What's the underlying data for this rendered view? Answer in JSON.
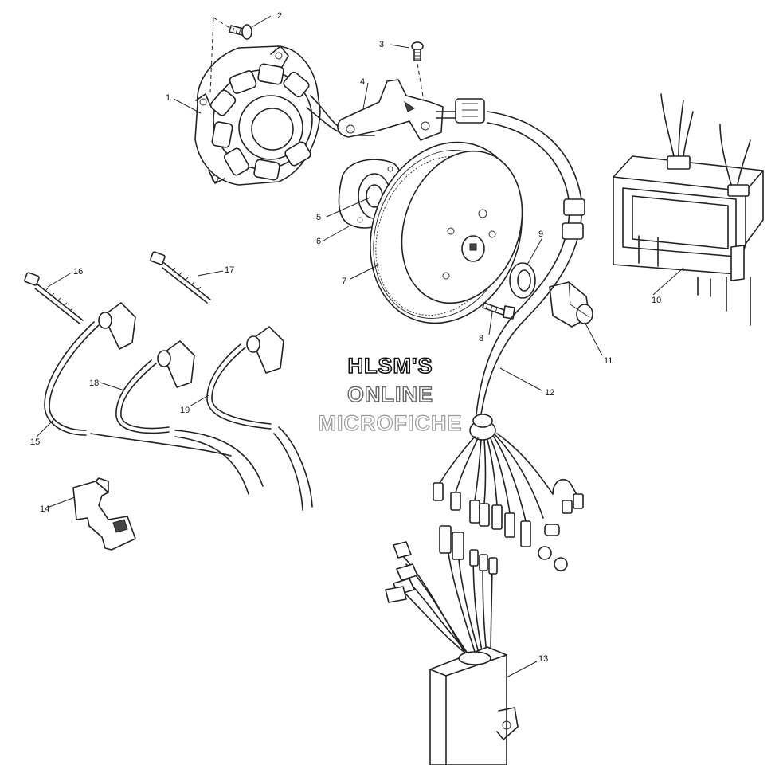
{
  "callouts": {
    "c1": "1",
    "c2": "2",
    "c3": "3",
    "c4": "4",
    "c5": "5",
    "c6": "6",
    "c7": "7",
    "c8": "8",
    "c9": "9",
    "c10": "10",
    "c11": "11",
    "c12": "12",
    "c13": "13",
    "c14": "14",
    "c15": "15",
    "c16": "16",
    "c17": "17",
    "c18": "18",
    "c19": "19"
  },
  "watermark": {
    "line1": "HLSM'S",
    "line2": "ONLINE",
    "line3": "MICROFICHE"
  },
  "colors": {
    "ink": "#222222",
    "paper": "#ffffff"
  }
}
